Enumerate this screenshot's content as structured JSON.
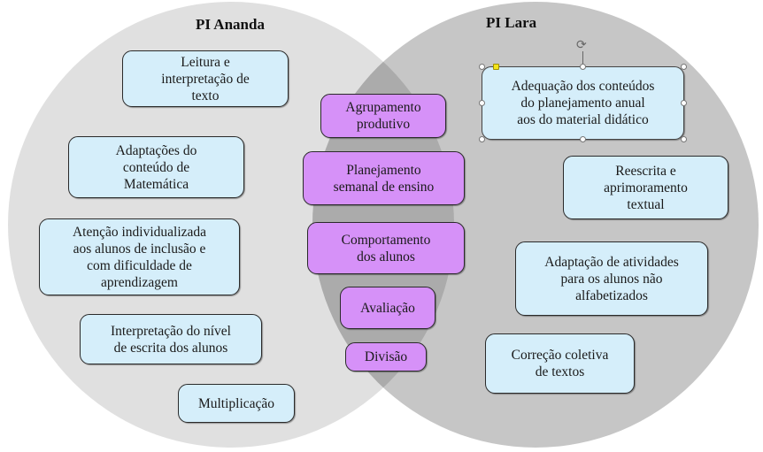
{
  "diagram": {
    "type": "venn",
    "colors": {
      "left_circle": "#e0e0e0",
      "right_circle": "#c6c6c6",
      "intersection": "#ababab",
      "exclusive_box": "#d5eefa",
      "shared_box": "#d691f8",
      "border": "#2a2a2a"
    },
    "sets": {
      "left": {
        "title": "PI Ananda",
        "items": [
          "Leitura e\ninterpretação de\ntexto",
          "Adaptações do\nconteúdo de\nMatemática",
          "Atenção individualizada\naos alunos de inclusão e\ncom dificuldade de\naprendizagem",
          "Interpretação do nível\nde escrita dos alunos",
          "Multiplicação"
        ]
      },
      "right": {
        "title": "PI Lara",
        "items": [
          "Adequação dos conteúdos\ndo planejamento anual\naos do material didático",
          "Reescrita e\naprimoramento\ntextual",
          "Adaptação de atividades\npara os alunos não\nalfabetizados",
          "Correção coletiva\nde textos"
        ],
        "selected_item": "Adequação dos conteúdos do planejamento anual aos do material didático"
      },
      "shared": {
        "items": [
          "Agrupamento\nprodutivo",
          "Planejamento\nsemanal de ensino",
          "Comportamento\ndos alunos",
          "Avaliação",
          "Divisão"
        ]
      }
    },
    "icons": {
      "rotate_handle": "rotate-icon"
    }
  }
}
